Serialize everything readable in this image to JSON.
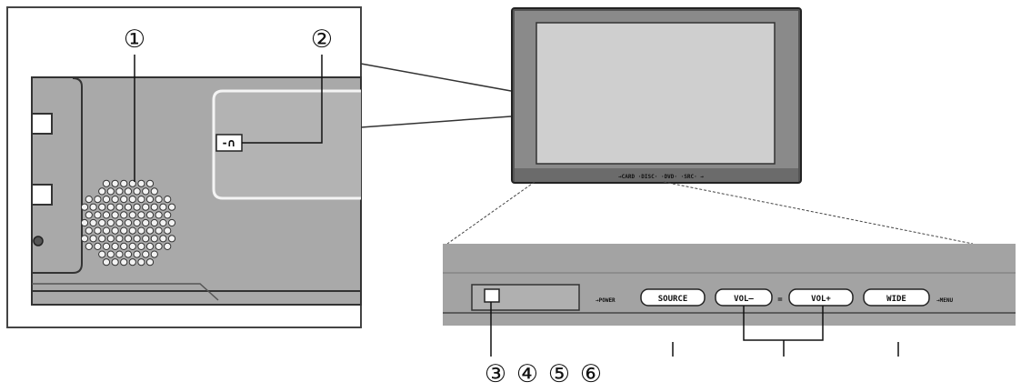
{
  "callouts": {
    "c1": "①",
    "c2": "②",
    "c3": "③",
    "c4": "④",
    "c5": "⑤",
    "c6": "⑥"
  },
  "headphone_jack": {
    "symbol": "-∩"
  },
  "front_panel": {
    "power_label": "→POWER",
    "source_label": "SOURCE",
    "vol_minus_label": "VOL—",
    "vol_sep": "=",
    "vol_plus_label": "VOL+",
    "wide_label": "WIDE",
    "menu_label": "→MENU"
  },
  "monitor_strip_label": "→CARD ·DISC· ·DVD· ·SRC· →"
}
